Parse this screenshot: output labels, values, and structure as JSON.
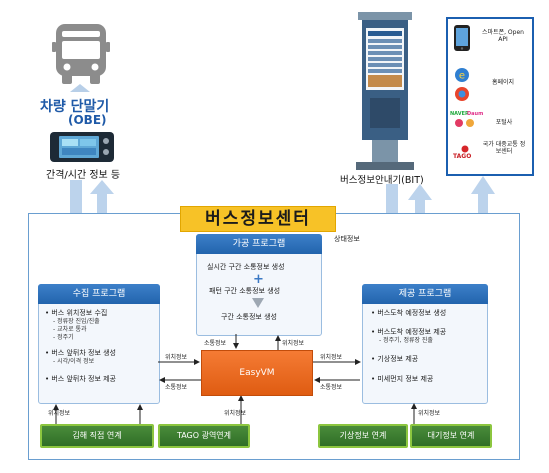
{
  "title": "버스정보센터",
  "status_label": "상태정보",
  "obe": {
    "title": "차량 단말기",
    "subtitle": "(OBE)",
    "caption": "간격/시간 정보 등"
  },
  "bit": {
    "caption": "버스정보안내기(BIT)"
  },
  "side_channels": [
    {
      "label": "스마트폰, Open API",
      "icon": "smartphone-icon"
    },
    {
      "label": "홈페이지",
      "icon": "browser-icon"
    },
    {
      "label": "포털사",
      "icon": "portal-icon"
    },
    {
      "label": "국가 대중교통 정보센터",
      "icon": "tago-icon"
    }
  ],
  "portal_logos": {
    "naver": "NAVER",
    "daum": "Daum",
    "tago": "TAGO"
  },
  "processing": {
    "header": "가공 프로그램",
    "step1": "실시간 구간 소통정보 생성",
    "plus": "+",
    "step2": "패턴 구간 소통정보 생성",
    "step3": "구간 소통정보 생성"
  },
  "collection": {
    "header": "수집 프로그램",
    "item1": "• 버스 위치정보 수집",
    "item1_sub": [
      "- 정류장 진입/진출",
      "- 교차로 통과",
      "- 정주기"
    ],
    "item2": "• 버스 앞뒤차 정보 생성",
    "item2_sub": [
      "- 시각/이격 정보"
    ],
    "item3": "• 버스 앞뒤차 정보 제공"
  },
  "provision": {
    "header": "제공 프로그램",
    "item1": "• 버스도착 예정정보 생성",
    "item2": "• 버스도착 예정정보 제공",
    "item2_sub": [
      "- 정주기, 정류장 진출"
    ],
    "item3": "• 기상정보 제공",
    "item4": "• 미세먼지 정보 제공"
  },
  "hub": "EasyVM",
  "flow_labels": {
    "loc_left_top": "위치정보",
    "traffic_left": "소통정보",
    "traffic_mid": "소통정보",
    "loc_mid": "위치정보",
    "loc_right_top": "위치정보",
    "traffic_right": "소통정보",
    "loc_bottom_left": "위치정보",
    "loc_bottom_mid": "위치정보",
    "loc_bottom_right": "위치정보"
  },
  "links": {
    "gimhae": "김해 직접 연계",
    "tago": "TAGO 광역연계",
    "weather": "기상정보 연계",
    "air": "대기정보 연계"
  },
  "colors": {
    "frame_blue": "#6a9ed0",
    "header_blue": "#2a6db5",
    "hub_orange": "#e8651c",
    "title_yellow": "#f7c227",
    "link_green": "#3a7d31"
  }
}
